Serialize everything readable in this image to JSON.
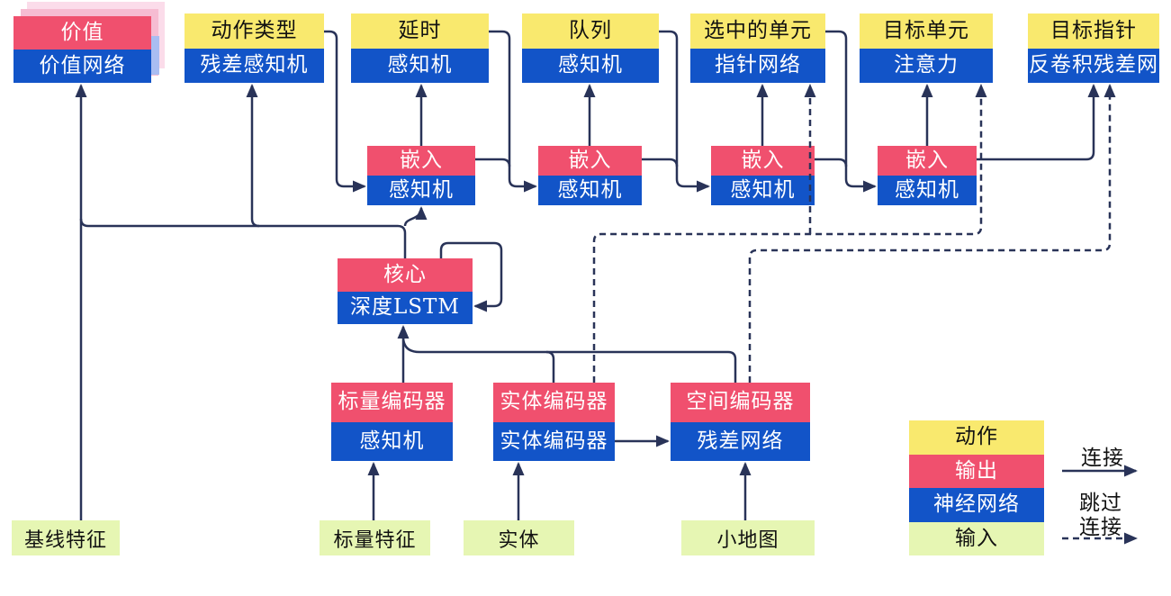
{
  "nodes": {
    "value": {
      "top": "价值",
      "bottom": "价值网络"
    },
    "action_type": {
      "top": "动作类型",
      "bottom": "残差感知机"
    },
    "delay": {
      "top": "延时",
      "bottom": "感知机"
    },
    "queue": {
      "top": "队列",
      "bottom": "感知机"
    },
    "selected_units": {
      "top": "选中的单元",
      "bottom": "指针网络"
    },
    "target_unit": {
      "top": "目标单元",
      "bottom": "注意力"
    },
    "target_pointer": {
      "top": "目标指针",
      "bottom": "反卷积残差网"
    },
    "embed1": {
      "top": "嵌入",
      "bottom": "感知机"
    },
    "embed2": {
      "top": "嵌入",
      "bottom": "感知机"
    },
    "embed3": {
      "top": "嵌入",
      "bottom": "感知机"
    },
    "embed4": {
      "top": "嵌入",
      "bottom": "感知机"
    },
    "core": {
      "top": "核心",
      "bottom": "深度LSTM"
    },
    "scalar_encoder": {
      "top": "标量编码器",
      "bottom": "感知机"
    },
    "entity_encoder": {
      "top": "实体编码器",
      "bottom": "实体编码器"
    },
    "spatial_encoder": {
      "top": "空间编码器",
      "bottom": "残差网络"
    },
    "baseline_features": "基线特征",
    "scalar_features": "标量特征",
    "entities": "实体",
    "minimap": "小地图"
  },
  "legend": {
    "action": "动作",
    "output": "输出",
    "neural_network": "神经网络",
    "input": "输入",
    "connection": "连接",
    "skip_line1": "跳过",
    "skip_line2": "连接"
  },
  "colors": {
    "action_yellow": "#F9E96E",
    "output_red": "#F0506E",
    "network_blue": "#1254C8",
    "input_green": "#E6F6B3",
    "wire_navy": "#293358",
    "stack_pink": "#F6BCD2",
    "stack_light_pink": "#FBDCEA",
    "stack_light_blue": "#A9BDF2"
  }
}
